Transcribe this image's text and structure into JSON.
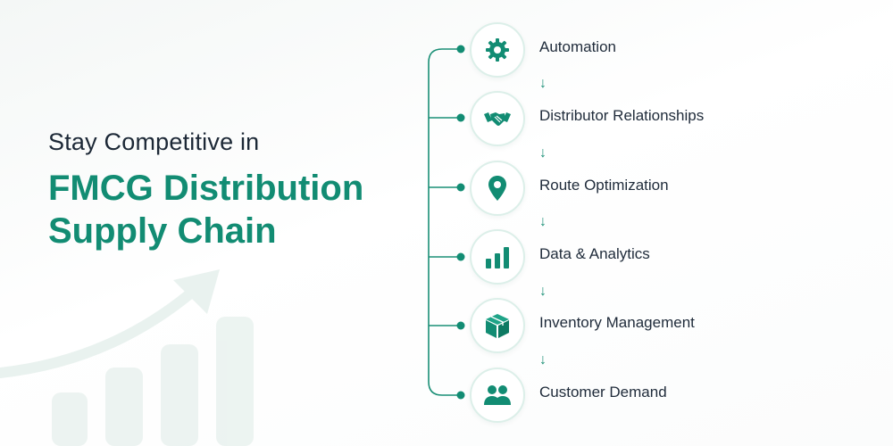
{
  "headline": {
    "line1": "Stay Competitive in",
    "line2": "FMCG Distribution",
    "line3": "Supply Chain"
  },
  "steps": [
    {
      "label": "Automation",
      "icon": "gear-icon"
    },
    {
      "label": "Distributor Relationships",
      "icon": "handshake-icon"
    },
    {
      "label": "Route Optimization",
      "icon": "location-pin-icon"
    },
    {
      "label": "Data & Analytics",
      "icon": "bar-chart-icon"
    },
    {
      "label": "Inventory Management",
      "icon": "box-icon"
    },
    {
      "label": "Customer Demand",
      "icon": "users-icon"
    }
  ],
  "arrow_glyph": "↓",
  "colors": {
    "accent": "#128c73",
    "text": "#1c2836",
    "circle_border": "#dcefe9"
  }
}
